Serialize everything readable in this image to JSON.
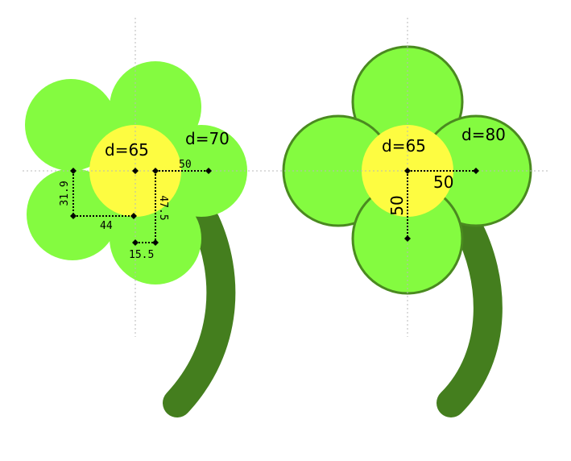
{
  "colors": {
    "petal": "#84fb40",
    "petal_stroke": "#4a8a20",
    "center": "#fdfc41",
    "stem": "#447e1e",
    "guide": "#c0c0c0",
    "dim_line": "#000000"
  },
  "left_flower": {
    "center_label": "d=65",
    "petal_label": "d=70",
    "dims": {
      "radius": "50",
      "offset_y_left": "31.9",
      "offset_x_left": "44",
      "offset_y_bottom": "47.5",
      "offset_x_bottom": "15.5"
    }
  },
  "right_flower": {
    "center_label": "d=65",
    "petal_label": "d=80",
    "dims": {
      "horizontal": "50",
      "vertical": "50"
    }
  }
}
